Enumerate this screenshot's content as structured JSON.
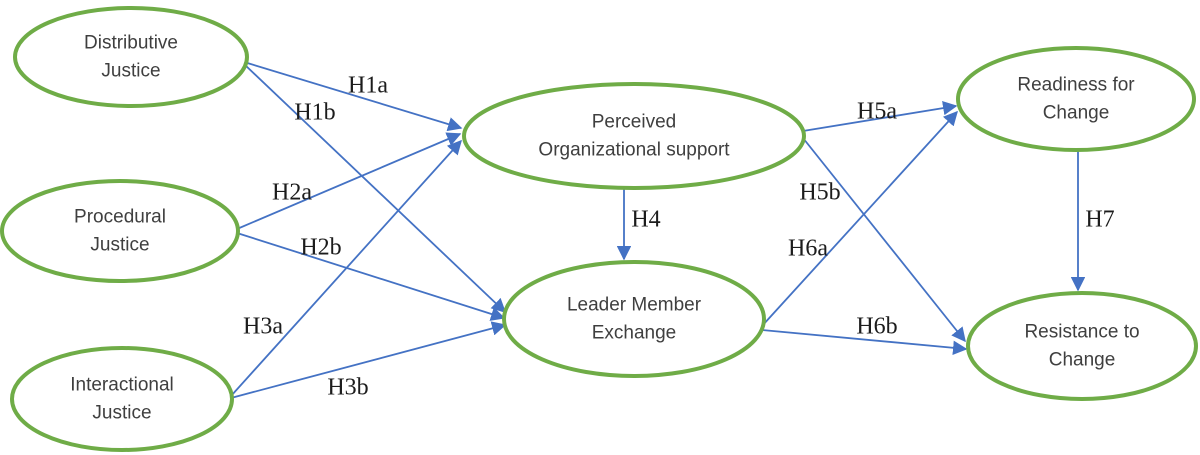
{
  "colors": {
    "node_border": "#6fac47",
    "node_fill": "#ffffff",
    "arrow": "#4472c4",
    "node_text": "#3f3f3f",
    "hypothesis_text": "#1c1c1c",
    "background": "#ffffff"
  },
  "nodes": [
    {
      "id": "distributive-justice",
      "line1": "Distributive",
      "line2": "Justice"
    },
    {
      "id": "procedural-justice",
      "line1": "Procedural",
      "line2": "Justice"
    },
    {
      "id": "interactional-justice",
      "line1": "Interactional",
      "line2": "Justice"
    },
    {
      "id": "perceived-organizational-support",
      "line1": "Perceived",
      "line2": "Organizational support"
    },
    {
      "id": "leader-member-exchange",
      "line1": "Leader Member",
      "line2": "Exchange"
    },
    {
      "id": "readiness-for-change",
      "line1": "Readiness for",
      "line2": "Change"
    },
    {
      "id": "resistance-to-change",
      "line1": "Resistance to",
      "line2": "Change"
    }
  ],
  "hypotheses": [
    {
      "label": "H1a",
      "from": "Distributive Justice",
      "to": "Perceived Organizational support"
    },
    {
      "label": "H1b",
      "from": "Distributive Justice",
      "to": "Leader Member Exchange"
    },
    {
      "label": "H2a",
      "from": "Procedural Justice",
      "to": "Perceived Organizational support"
    },
    {
      "label": "H2b",
      "from": "Procedural Justice",
      "to": "Leader Member Exchange"
    },
    {
      "label": "H3a",
      "from": "Interactional Justice",
      "to": "Perceived Organizational support"
    },
    {
      "label": "H3b",
      "from": "Interactional Justice",
      "to": "Leader Member Exchange"
    },
    {
      "label": "H4",
      "from": "Perceived Organizational support",
      "to": "Leader Member Exchange"
    },
    {
      "label": "H5a",
      "from": "Perceived Organizational support",
      "to": "Readiness for Change"
    },
    {
      "label": "H5b",
      "from": "Perceived Organizational support",
      "to": "Resistance to Change"
    },
    {
      "label": "H6a",
      "from": "Leader Member Exchange",
      "to": "Readiness for Change"
    },
    {
      "label": "H6b",
      "from": "Leader Member Exchange",
      "to": "Resistance to Change"
    },
    {
      "label": "H7",
      "from": "Readiness for Change",
      "to": "Resistance to Change"
    }
  ]
}
